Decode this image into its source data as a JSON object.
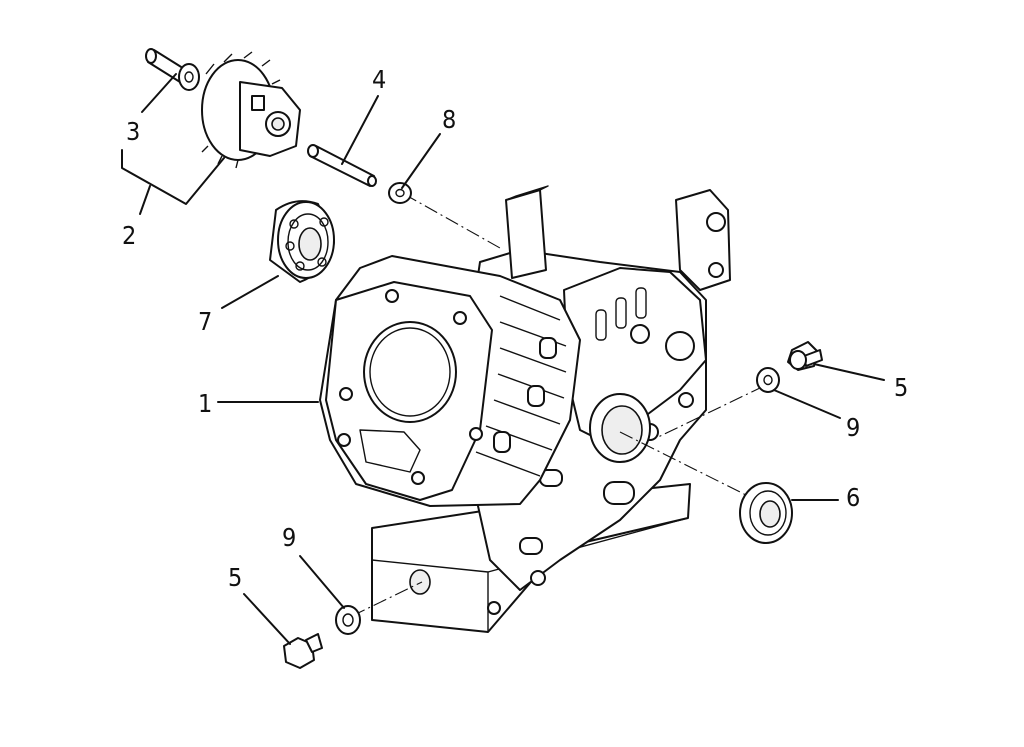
{
  "callouts": [
    {
      "id": "c1",
      "label": "1"
    },
    {
      "id": "c2",
      "label": "2"
    },
    {
      "id": "c3",
      "label": "3"
    },
    {
      "id": "c4",
      "label": "4"
    },
    {
      "id": "c5a",
      "label": "5"
    },
    {
      "id": "c5b",
      "label": "5"
    },
    {
      "id": "c6",
      "label": "6"
    },
    {
      "id": "c7",
      "label": "7"
    },
    {
      "id": "c8",
      "label": "8"
    },
    {
      "id": "c9a",
      "label": "9"
    },
    {
      "id": "c9b",
      "label": "9"
    }
  ]
}
